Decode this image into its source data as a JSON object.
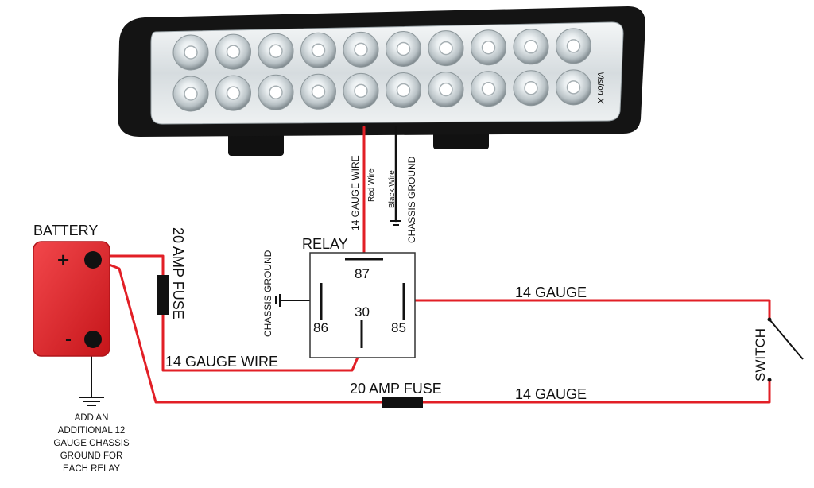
{
  "colors": {
    "wire": "#e21f26",
    "ground_wire": "#111111",
    "battery": "#e41e24",
    "light_bar_housing": "#121212",
    "relay_outline": "#333333"
  },
  "light_bar": {
    "rows": 2,
    "leds_per_row": 10,
    "brand_mark": "Vision X"
  },
  "battery": {
    "label": "BATTERY",
    "positive_symbol": "+",
    "negative_symbol": "-"
  },
  "fuse_left": {
    "label": "20 AMP FUSE"
  },
  "fuse_bottom": {
    "label": "20 AMP FUSE"
  },
  "relay": {
    "label": "RELAY",
    "pins": {
      "p87": "87",
      "p86": "86",
      "p30": "30",
      "p85": "85"
    },
    "ground_label": "CHASSIS GROUND"
  },
  "light_wires": {
    "power_gauge": "14 GAUGE WIRE",
    "power_color": "Red Wire",
    "ground_color": "Black Wire",
    "ground_label": "CHASSIS GROUND"
  },
  "wires": {
    "relay_to_switch": "14 GAUGE",
    "battery_to_switch": "14 GAUGE",
    "fuse_to_relay": "14 GAUGE WIRE"
  },
  "switch": {
    "label": "SWITCH"
  },
  "ground_note": {
    "lines": [
      "ADD AN",
      "ADDITIONAL 12",
      "GAUGE CHASSIS",
      "GROUND FOR",
      "EACH RELAY"
    ]
  }
}
